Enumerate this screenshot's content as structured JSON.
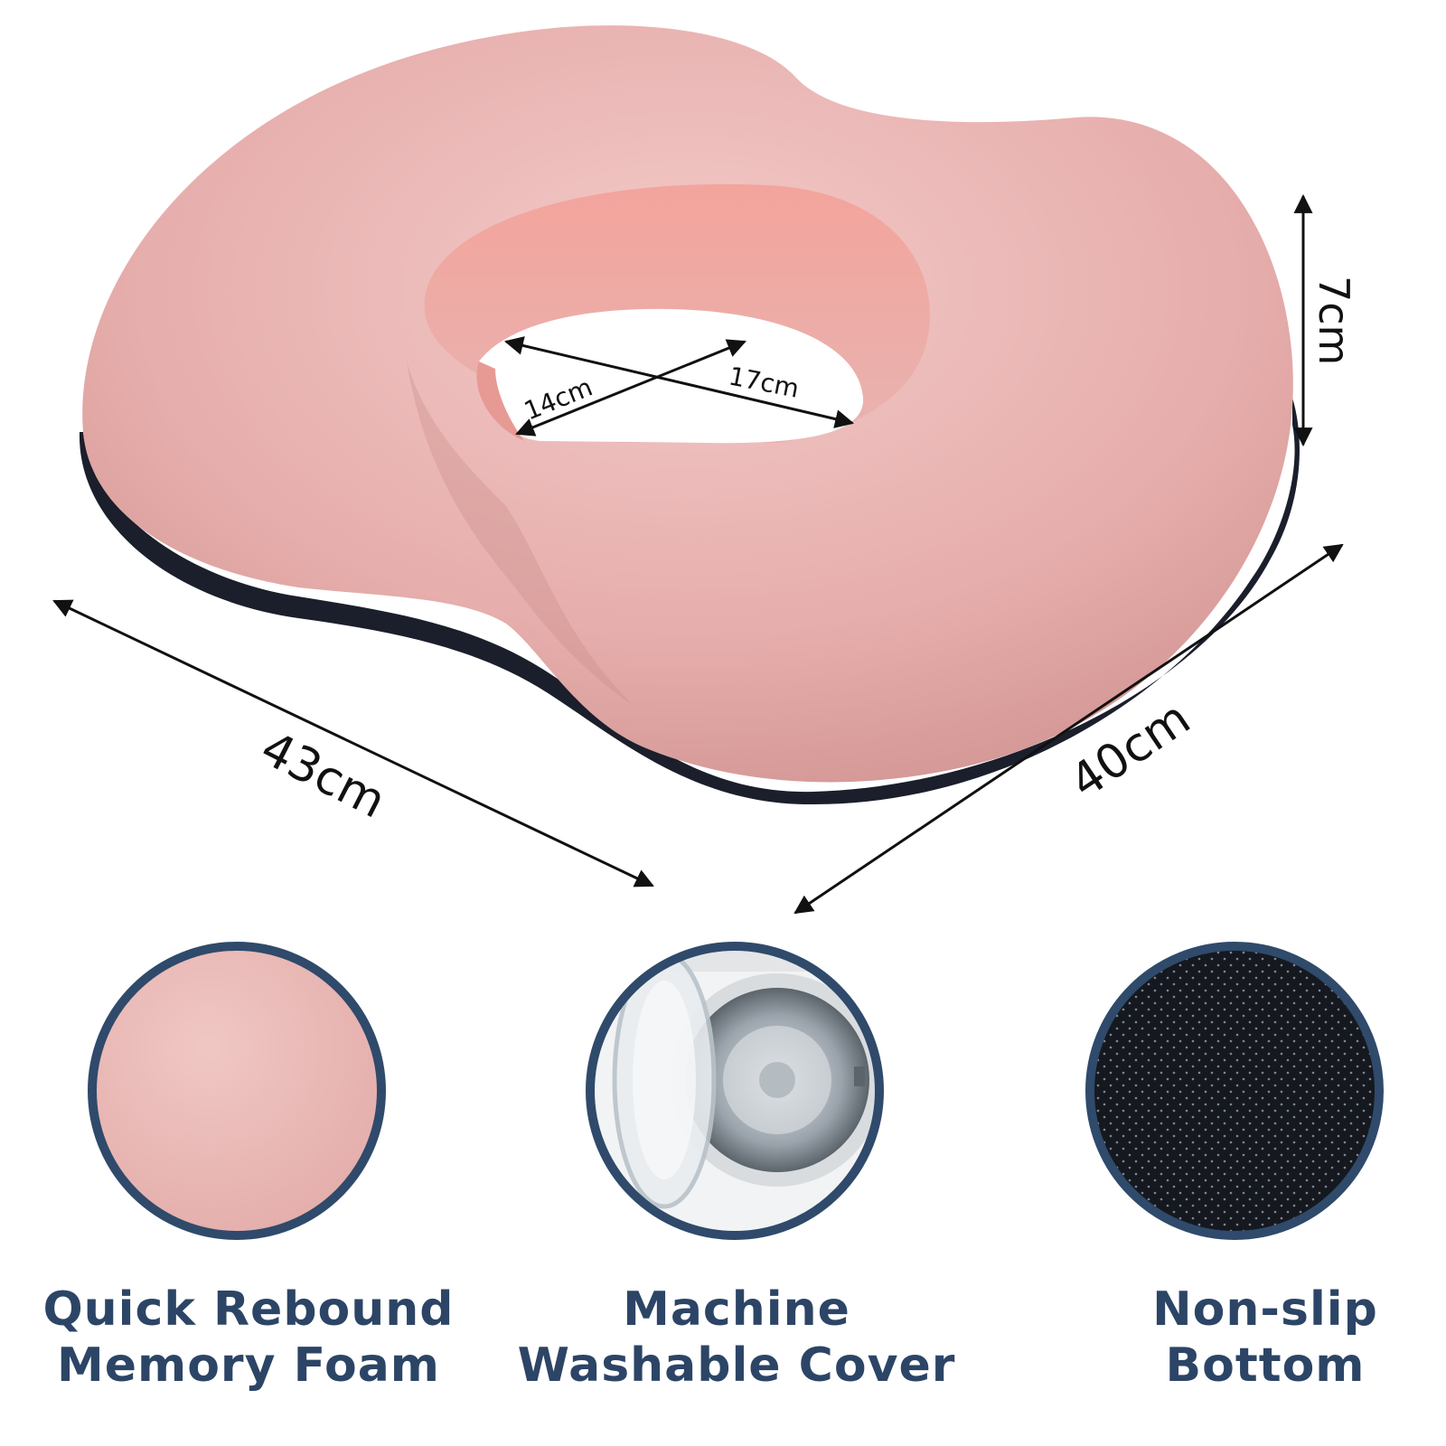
{
  "dimensions": {
    "width": "43cm",
    "depth": "40cm",
    "height": "7cm",
    "hole_length": "17cm",
    "hole_width": "14cm"
  },
  "features": [
    {
      "line1": "Quick Rebound",
      "line2": "Memory Foam",
      "icon": "memory-foam-swatch"
    },
    {
      "line1": "Machine",
      "line2": "Washable Cover",
      "icon": "washing-machine"
    },
    {
      "line1": "Non-slip",
      "line2": "Bottom",
      "icon": "dotted-non-slip-fabric"
    }
  ],
  "colors": {
    "cushion_pink": "#e4a8a6",
    "cushion_light": "#f0c4c2",
    "cushion_dark": "#c98c8a",
    "zipper_edge": "#1a1f2b",
    "ring_border": "#2f4a6b",
    "caption_text": "#2c4566",
    "arrow": "#111111"
  }
}
